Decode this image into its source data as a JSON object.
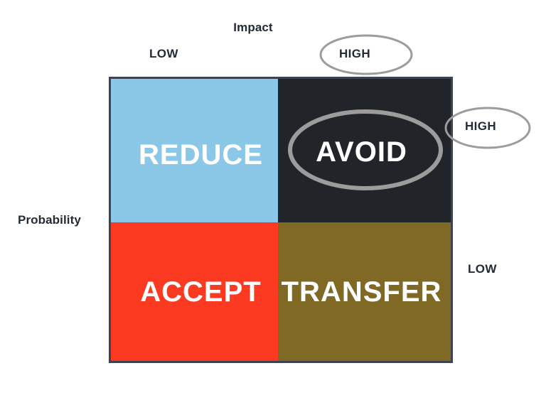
{
  "diagram": {
    "type": "risk-assessment-matrix",
    "axes": {
      "x": {
        "title": "Impact",
        "low_label": "LOW",
        "high_label": "HIGH"
      },
      "y": {
        "title": "Probability",
        "high_label": "HIGH",
        "low_label": "LOW"
      }
    },
    "quadrants": [
      {
        "id": "reduce",
        "label": "REDUCE",
        "impact": "LOW",
        "probability": "HIGH",
        "color": "#8BC8E8",
        "text_color": "#FFFFFF"
      },
      {
        "id": "avoid",
        "label": "AVOID",
        "impact": "HIGH",
        "probability": "HIGH",
        "color": "#212429",
        "text_color": "#FFFFFF",
        "highlighted": true
      },
      {
        "id": "accept",
        "label": "ACCEPT",
        "impact": "LOW",
        "probability": "LOW",
        "color": "#FC3A22",
        "text_color": "#FFFFFF"
      },
      {
        "id": "transfer",
        "label": "TRANSFER",
        "impact": "HIGH",
        "probability": "LOW",
        "color": "#806825",
        "text_color": "#FFFFFF"
      }
    ],
    "annotations": {
      "oval_stroke_color": "#9C9C9C",
      "border_color": "#3D4350",
      "label_color": "#232B35",
      "circled_items": [
        "impact-high-label",
        "probability-high-label",
        "avoid-quadrant"
      ]
    }
  }
}
